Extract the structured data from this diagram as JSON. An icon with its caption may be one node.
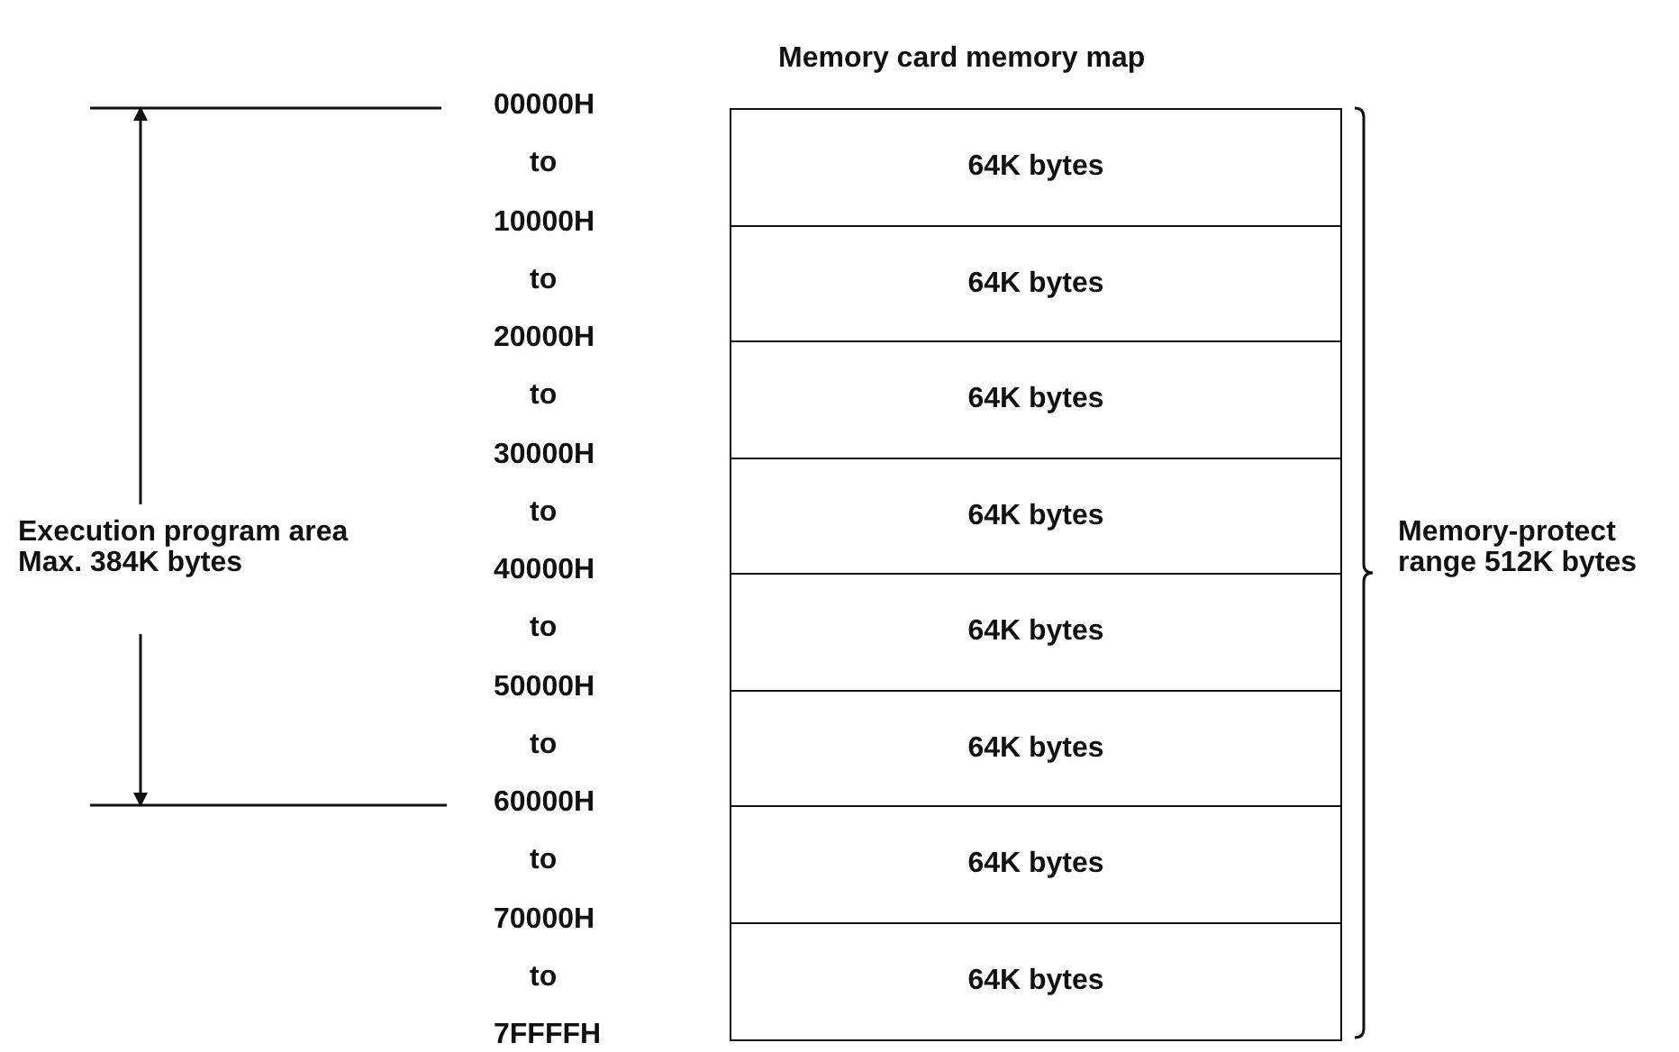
{
  "diagram": {
    "title": "Memory card memory map",
    "nodes": [
      {
        "text": [
          "64K bytes"
        ]
      },
      {
        "text": [
          "64K bytes"
        ]
      },
      {
        "text": [
          "64K bytes"
        ]
      },
      {
        "text": [
          "64K bytes"
        ]
      },
      {
        "text": [
          "64K bytes"
        ]
      },
      {
        "text": [
          "64K bytes"
        ]
      },
      {
        "text": [
          "64K bytes"
        ]
      },
      {
        "text": [
          "64K bytes"
        ]
      }
    ],
    "edges": [],
    "labels": [
      "00000H",
      "to",
      "10000H",
      "to",
      "20000H",
      "to",
      "30000H",
      "to",
      "40000H",
      "to",
      "50000H",
      "to",
      "60000H",
      "to",
      "70000H",
      "to",
      "7FFFFH",
      "Execution program area Max. 384K bytes",
      "Memory-protect range 512K bytes"
    ]
  }
}
